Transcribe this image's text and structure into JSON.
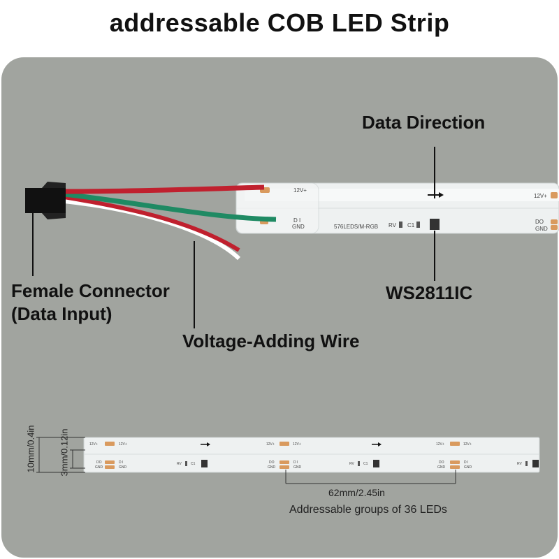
{
  "title": "addressable COB LED Strip",
  "labels": {
    "data_direction": "Data Direction",
    "female_connector_line1": "Female Connector",
    "female_connector_line2": "(Data Input)",
    "voltage_wire": "Voltage-Adding Wire",
    "ic": "WS2811IC"
  },
  "strip_print": {
    "v12": "12V+",
    "di": "D I",
    "gnd": "GND",
    "do": "DO",
    "model": "576LEDS/M-RGB",
    "rv": "RV",
    "c1": "C1"
  },
  "dimensions": {
    "width": "10mm/0.4in",
    "pad": "3mm/0.12in",
    "group_length": "62mm/2.45in"
  },
  "caption": "Addressable groups of 36 LEDs",
  "colors": {
    "panel": "#a1a49f",
    "wire_red": "#c0202e",
    "wire_green": "#1f8a63",
    "wire_white": "#ffffff",
    "connector": "#111111",
    "strip": "#eef1f1",
    "pad": "#d99a5e"
  }
}
